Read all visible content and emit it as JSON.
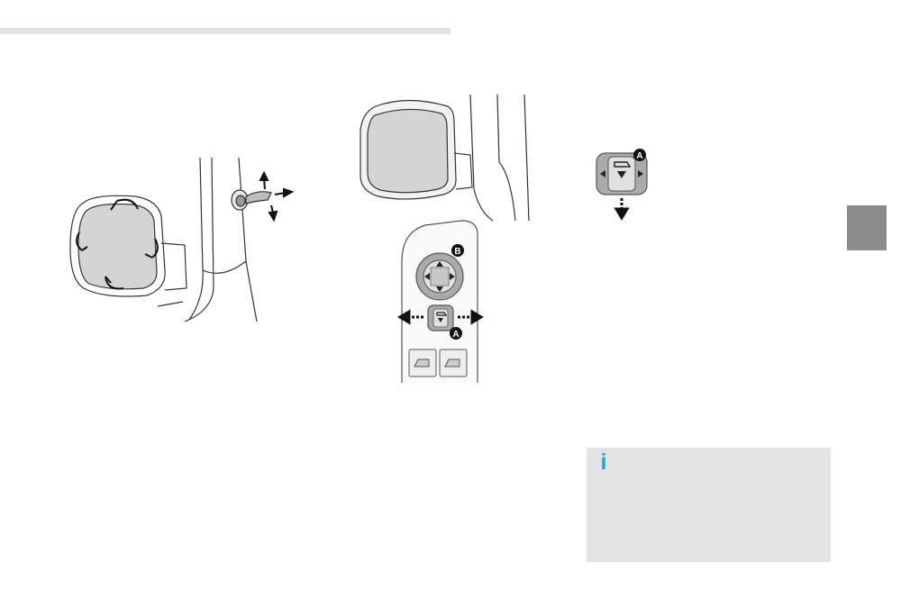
{
  "labels": {
    "a": "A",
    "b": "B"
  },
  "info": {
    "icon": "i"
  },
  "colors": {
    "accent_blue": "#1aa3e0",
    "tab_gray": "#8c8c8c",
    "panel_gray": "#e3e3e3"
  }
}
